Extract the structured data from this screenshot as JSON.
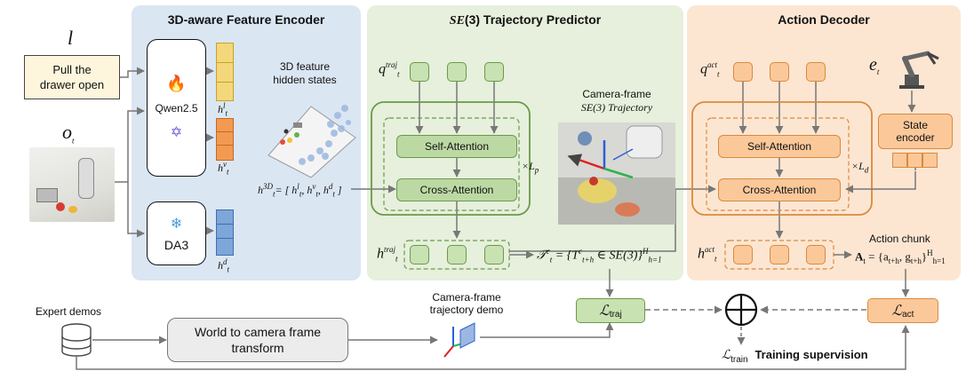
{
  "panels": {
    "encoder_title": "3D-aware Feature Encoder",
    "predictor_title_math": "SE",
    "predictor_title_rest": "(3) Trajectory Predictor",
    "decoder_title": "Action Decoder"
  },
  "inputs": {
    "l_symbol": "l",
    "instruction": "Pull the drawer open",
    "o_symbol": "o",
    "o_sub": "t"
  },
  "encoder": {
    "qwen_label": "Qwen2.5",
    "da3_label": "DA3",
    "feat_caption_1": "3D feature",
    "feat_caption_2": "hidden states",
    "h_l": "h",
    "h_l_sup": "l",
    "h_v_sup": "v",
    "h_d_sup": "d",
    "h_sub": "t",
    "h3d_sup": "3D",
    "h3d_eq": "= [ h",
    "h3d_comma_v": ", h",
    "h3d_comma_d": ", h",
    "h3d_close": " ]"
  },
  "predictor": {
    "q_symbol": "q",
    "q_sup": "traj",
    "q_sub": "t",
    "self_attention": "Self-Attention",
    "cross_attention": "Cross-Attention",
    "layers": "×L",
    "layers_sub": "p",
    "htraj": "h",
    "htraj_sup": "traj",
    "camera_caption_1": "Camera-frame",
    "camera_caption_2": "SE(3) Trajectory",
    "traj_formula": "𝒯",
    "traj_formula_rest": "= {T",
    "traj_formula_tail": "∈ SE(3)}",
    "traj_H": "H",
    "traj_h1": "h=1"
  },
  "decoder": {
    "q_symbol": "q",
    "q_sup": "act",
    "q_sub": "t",
    "e_symbol": "e",
    "e_sub": "t",
    "state_encoder_1": "State",
    "state_encoder_2": "encoder",
    "self_attention": "Self-Attention",
    "cross_attention": "Cross-Attention",
    "layers": "×L",
    "layers_sub": "d",
    "hact": "h",
    "hact_sup": "act",
    "chunk_caption": "Action chunk",
    "chunk_formula": "A",
    "chunk_rest": "= {a",
    "chunk_g": ", g",
    "chunk_close": "}",
    "chunk_H": "H",
    "chunk_h1": "h=1"
  },
  "bottom": {
    "expert_demos": "Expert demos",
    "transform_1": "World to camera frame",
    "transform_2": "transform",
    "traj_demo_1": "Camera-frame",
    "traj_demo_2": "trajectory demo",
    "loss_traj": "traj",
    "loss_act": "act",
    "loss_train": "train",
    "training_supervision": "Training supervision"
  },
  "colors": {
    "encoder_bg": "#dbe6f3",
    "predictor_bg": "#e6f0dc",
    "decoder_bg": "#fce6d2",
    "green": "#6a9a4a",
    "orange": "#d98a3e",
    "yellow_token": "#f3d77a",
    "orange_token": "#f29a52",
    "blue_token": "#7ea6d8"
  }
}
